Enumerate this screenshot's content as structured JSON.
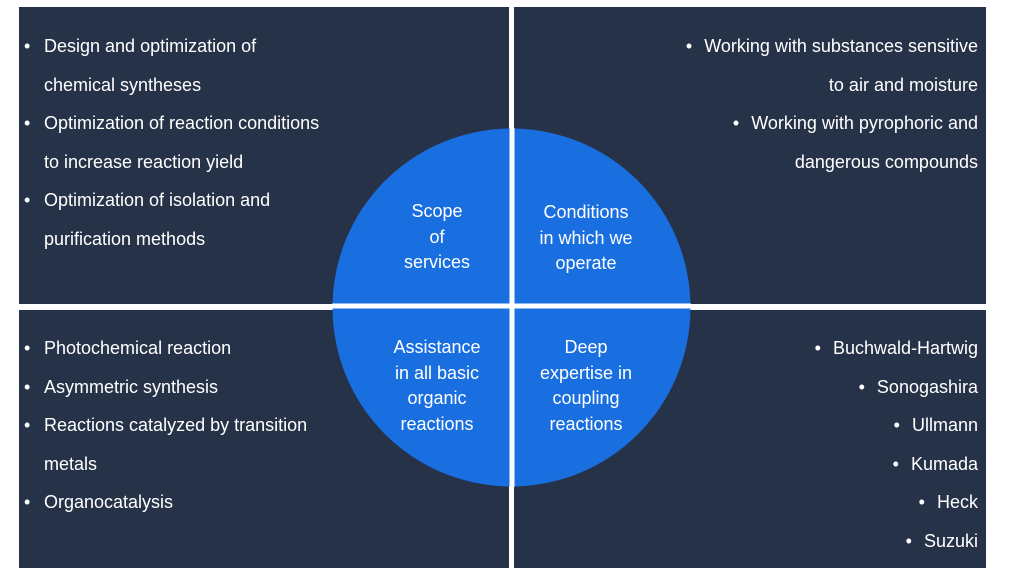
{
  "colors": {
    "panel": "#253248",
    "circle": "#1a6fe0",
    "divider": "#ffffff",
    "text": "#ffffff"
  },
  "center": {
    "top_left": "Scope\nof\nservices",
    "top_right": "Conditions\nin which we\noperate",
    "bottom_left": "Assistance\nin all basic\norganic\nreactions",
    "bottom_right": "Deep\nexpertise in\ncoupling\nreactions"
  },
  "panels": {
    "top_left": {
      "items": [
        "Design and optimization of chemical syntheses",
        "Optimization of reaction conditions to increase reaction yield",
        "Optimization of isolation and purification methods"
      ]
    },
    "top_right": {
      "items": [
        "Working with substances sensitive to air and moisture",
        "Working with pyrophoric and dangerous compounds"
      ]
    },
    "bottom_left": {
      "items": [
        "Photochemical reaction",
        "Asymmetric synthesis",
        "Reactions catalyzed by transition metals",
        "Organocatalysis"
      ]
    },
    "bottom_right": {
      "items": [
        "Buchwald-Hartwig",
        "Sonogashira",
        "Ullmann",
        "Kumada",
        "Heck",
        "Suzuki"
      ]
    }
  }
}
